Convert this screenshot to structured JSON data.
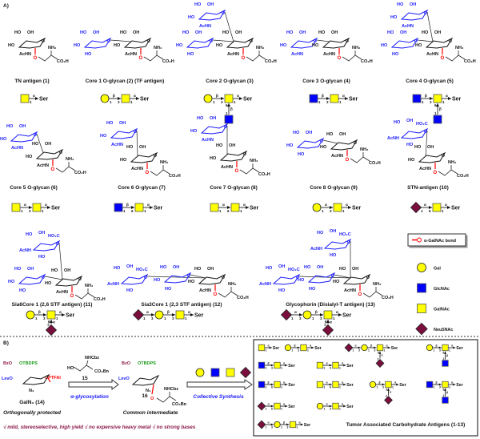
{
  "panel_a_label": "A)",
  "panel_b_label": "B)",
  "colors": {
    "Gal": "#ffff00",
    "GlcNAc": "#0000ff",
    "GalNAc": "#ffff00",
    "Neu5NAc": "#7a0f3d",
    "blue_text": "#1a1aff",
    "red_bond": "#ff0000",
    "maroon": "#8b1a4a",
    "green": "#1a9a1a"
  },
  "atoms": {
    "HO": "HO",
    "OH": "OH",
    "AcHN": "AcHN",
    "AcNH": "AcNH",
    "NH2": "NH₂",
    "CO2H": "CO₂H",
    "HO2C": "HO₂C",
    "O": "O",
    "Ser": "Ser"
  },
  "compounds": [
    {
      "id": 1,
      "label": "TN antigen (1)",
      "main": [
        {
          "s": "GalNAc",
          "a": "α",
          "p": "1"
        }
      ]
    },
    {
      "id": 2,
      "label": "Core 1 O-glycan (2) (TF antigen)",
      "main": [
        {
          "s": "Gal",
          "a": "β",
          "p": "1",
          "q": "3"
        },
        {
          "s": "GalNAc",
          "a": "α",
          "p": "1"
        }
      ]
    },
    {
      "id": 3,
      "label": "Core 2 O-glycan (3)",
      "main": [
        {
          "s": "Gal",
          "a": "β",
          "p": "1",
          "q": "3"
        },
        {
          "s": "GalNAc",
          "a": "α",
          "p": "1"
        }
      ],
      "branch": {
        "s": "GlcNAc",
        "a": "β",
        "p": "1",
        "q": "6",
        "at": 1
      }
    },
    {
      "id": 4,
      "label": "Core 3 O-glycan (4)",
      "main": [
        {
          "s": "GlcNAc",
          "a": "β",
          "p": "1",
          "q": "3"
        },
        {
          "s": "GalNAc",
          "a": "α",
          "p": "1"
        }
      ]
    },
    {
      "id": 5,
      "label": "Core 4 O-glycan (5)",
      "main": [
        {
          "s": "GlcNAc",
          "a": "β",
          "p": "1",
          "q": "3"
        },
        {
          "s": "GalNAc",
          "a": "α",
          "p": "1"
        }
      ],
      "branch": {
        "s": "GlcNAc",
        "a": "β",
        "p": "1",
        "q": "6",
        "at": 1
      }
    },
    {
      "id": 6,
      "label": "Core 5 O-glycan (6)",
      "main": [
        {
          "s": "GalNAc",
          "a": "α",
          "p": "1",
          "q": "3"
        },
        {
          "s": "GalNAc",
          "a": "α",
          "p": "1"
        }
      ]
    },
    {
      "id": 7,
      "label": "Core 6 O-glycan (7)",
      "main": [
        {
          "s": "GlcNAc",
          "a": "β",
          "p": "1",
          "q": "6"
        },
        {
          "s": "GalNAc",
          "a": "α",
          "p": "1"
        }
      ]
    },
    {
      "id": 8,
      "label": "Core 7 O-glycan (8)",
      "main": [
        {
          "s": "GalNAc",
          "a": "α",
          "p": "1",
          "q": "6"
        },
        {
          "s": "GalNAc",
          "a": "α",
          "p": "1"
        }
      ]
    },
    {
      "id": 9,
      "label": "Core 8 O-glycan (9)",
      "main": [
        {
          "s": "Gal",
          "a": "α",
          "p": "1",
          "q": "3"
        },
        {
          "s": "GalNAc",
          "a": "α",
          "p": "1"
        }
      ]
    },
    {
      "id": 10,
      "label": "STN-antigen (10)",
      "main": [
        {
          "s": "Neu5NAc",
          "a": "α",
          "p": "1",
          "q": "6"
        },
        {
          "s": "GalNAc",
          "a": "α",
          "p": "1"
        }
      ]
    },
    {
      "id": 11,
      "label": "Sia6Core 1 (2,6 STF antigen) (11)",
      "main": [
        {
          "s": "Gal",
          "a": "β",
          "p": "1",
          "q": "3"
        },
        {
          "s": "GalNAc",
          "a": "α",
          "p": "1"
        }
      ],
      "branch": {
        "s": "Neu5NAc",
        "a": "α",
        "p": "2",
        "q": "6",
        "at": 1
      }
    },
    {
      "id": 12,
      "label": "Sia3Core 1 (2,3 STF antigen) (12)",
      "main": [
        {
          "s": "Neu5NAc",
          "a": "α",
          "p": "1",
          "q": "3"
        },
        {
          "s": "Gal",
          "a": "β",
          "p": "1",
          "q": "3"
        },
        {
          "s": "GalNAc",
          "a": "α",
          "p": "1"
        }
      ]
    },
    {
      "id": 13,
      "label": "Glycophorin (Disialyl-T antigen) (13)",
      "main": [
        {
          "s": "Neu5NAc",
          "a": "α",
          "p": "1",
          "q": "3"
        },
        {
          "s": "Gal",
          "a": "β",
          "p": "1",
          "q": "3"
        },
        {
          "s": "GalNAc",
          "a": "α",
          "p": "1"
        }
      ],
      "branch": {
        "s": "Neu5NAc",
        "a": "α",
        "p": "2",
        "q": "6",
        "at": 2
      }
    }
  ],
  "legend": {
    "bond_label": "α-GalNAc bond",
    "items": [
      {
        "s": "Gal",
        "label": "Gal"
      },
      {
        "s": "GlcNAc",
        "label": "GlcNAc"
      },
      {
        "s": "GalNAc",
        "label": "GalNAc"
      },
      {
        "s": "Neu5NAc",
        "label": "Neu5NAc"
      }
    ]
  },
  "scheme": {
    "sm": {
      "bzo": "BzO",
      "otbdps": "OTBDPS",
      "levo": "LevO",
      "optfai": "OPTFAI",
      "n3": "N₃",
      "label": "GalN₃ (14)",
      "note": "Orthogonally protected"
    },
    "acceptor": {
      "ho": "HO",
      "nhcbz": "NHCbz",
      "co2bn": "CO₂Bn",
      "num": "15"
    },
    "step1": "α-glycosylation",
    "intermediate": {
      "bzo": "BzO",
      "otbdps": "OTBDPS",
      "levo": "LevO",
      "n3": "N₃",
      "o": "O",
      "nhcbz": "NHCbz",
      "co2bn": "CO₂Bn",
      "num": "16",
      "note": "Common intermediate"
    },
    "building_blocks": [
      "Gal",
      "GlcNAc",
      "GalNAc",
      "Neu5NAc"
    ],
    "step2": "Collective Synthesis",
    "advantages": "√ mild, stereoselective, high yield √ no expensive heavy metal √ no strong bases",
    "box_caption": "Tumor Associated Carbohydrate Antigens (1-13)"
  }
}
